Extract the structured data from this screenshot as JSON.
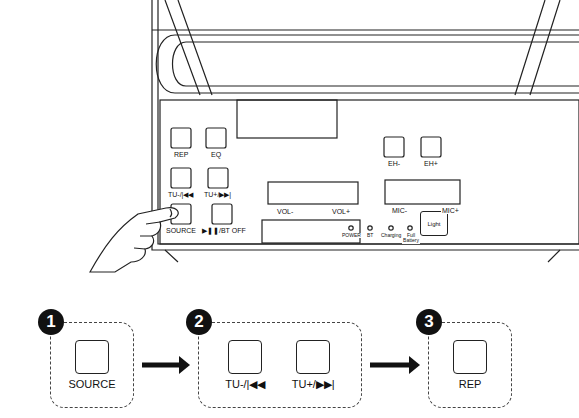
{
  "diagram": {
    "nodes": [
      {
        "text": [
          "Light"
        ]
      },
      {
        "text": [
          "SOURCE"
        ]
      },
      {
        "text": [
          "TU-/|◀◀",
          "TU+/▶▶|"
        ]
      },
      {
        "text": [
          "REP"
        ]
      }
    ],
    "edges": [
      {
        "from": 1,
        "to": 2,
        "arrow": "to"
      },
      {
        "from": 2,
        "to": 3,
        "arrow": "to"
      }
    ],
    "labels": [
      "REP",
      "EQ",
      "TU-/|◀◀",
      "TU+/▶▶|",
      "SOURCE",
      "▶❚❚/BT OFF",
      "VOL-",
      "VOL+",
      "EH-",
      "EH+",
      "MIC-",
      "MIC+",
      "POWER",
      "BT",
      "Charging",
      "Full Battery",
      "1",
      "2",
      "3"
    ]
  }
}
